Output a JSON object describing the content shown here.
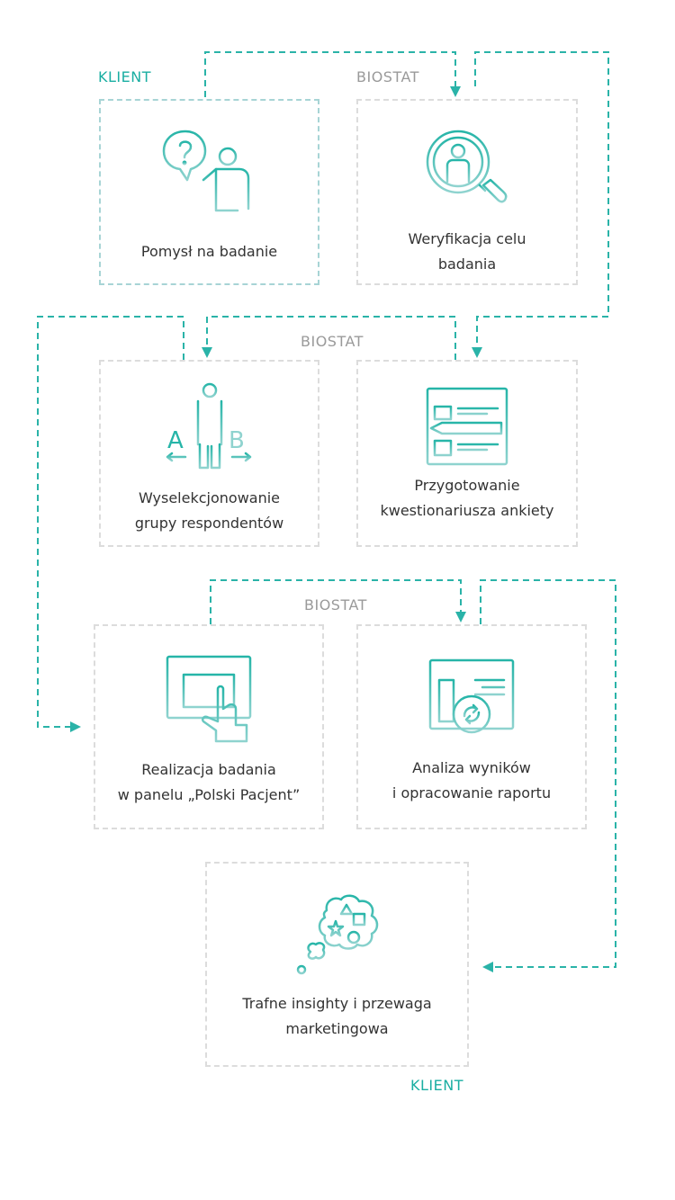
{
  "labels": {
    "klient_top": "KLIENT",
    "biostat_row1": "BIOSTAT",
    "biostat_row2": "BIOSTAT",
    "biostat_row3": "BIOSTAT",
    "klient_bottom": "KLIENT"
  },
  "steps": [
    {
      "label": "Pomysł na badanie"
    },
    {
      "label": "Weryfikacja celu\nbadania"
    },
    {
      "label": "Wyselekcjonowanie\ngrupy respondentów"
    },
    {
      "label": "Przygotowanie\nkwestionariusza ankiety"
    },
    {
      "label": "Realizacja badania\nw panelu „Polski Pacjent”"
    },
    {
      "label": "Analiza wyników\ni opracowanie raportu"
    },
    {
      "label": "Trafne insighty i przewaga\nmarketingowa"
    }
  ],
  "ab_icon": {
    "a": "A",
    "b": "B"
  },
  "colors": {
    "accent": "#1aaea2",
    "accent_light": "#8fd3cf",
    "box_border": "#dcdcdc",
    "client_border": "#a7d4d5",
    "text": "#333333",
    "muted": "#9a9a9a"
  }
}
